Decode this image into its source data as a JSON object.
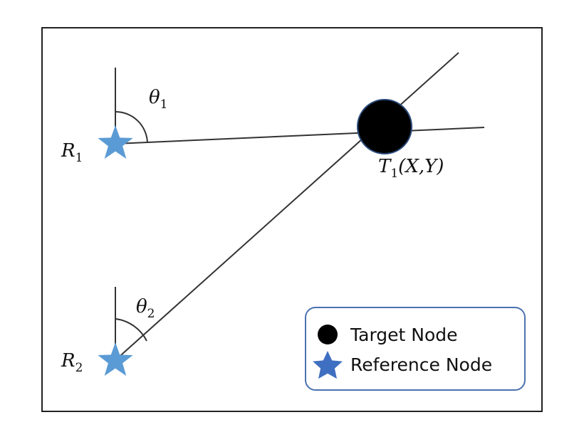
{
  "diagram": {
    "colors": {
      "reference_node": "#5b9bd5",
      "target_node": "#000000",
      "lines": "#333333",
      "legend_border": "#4a72b0"
    },
    "reference_nodes": [
      {
        "label": "R",
        "subscript": "1"
      },
      {
        "label": "R",
        "subscript": "2"
      }
    ],
    "angles": [
      {
        "label": "θ",
        "subscript": "1"
      },
      {
        "label": "θ",
        "subscript": "2"
      }
    ],
    "target_node": {
      "label": "T",
      "subscript": "1",
      "coords": "(X,Y)"
    },
    "legend": {
      "target_label": "Target Node",
      "reference_label": "Reference Node"
    }
  }
}
